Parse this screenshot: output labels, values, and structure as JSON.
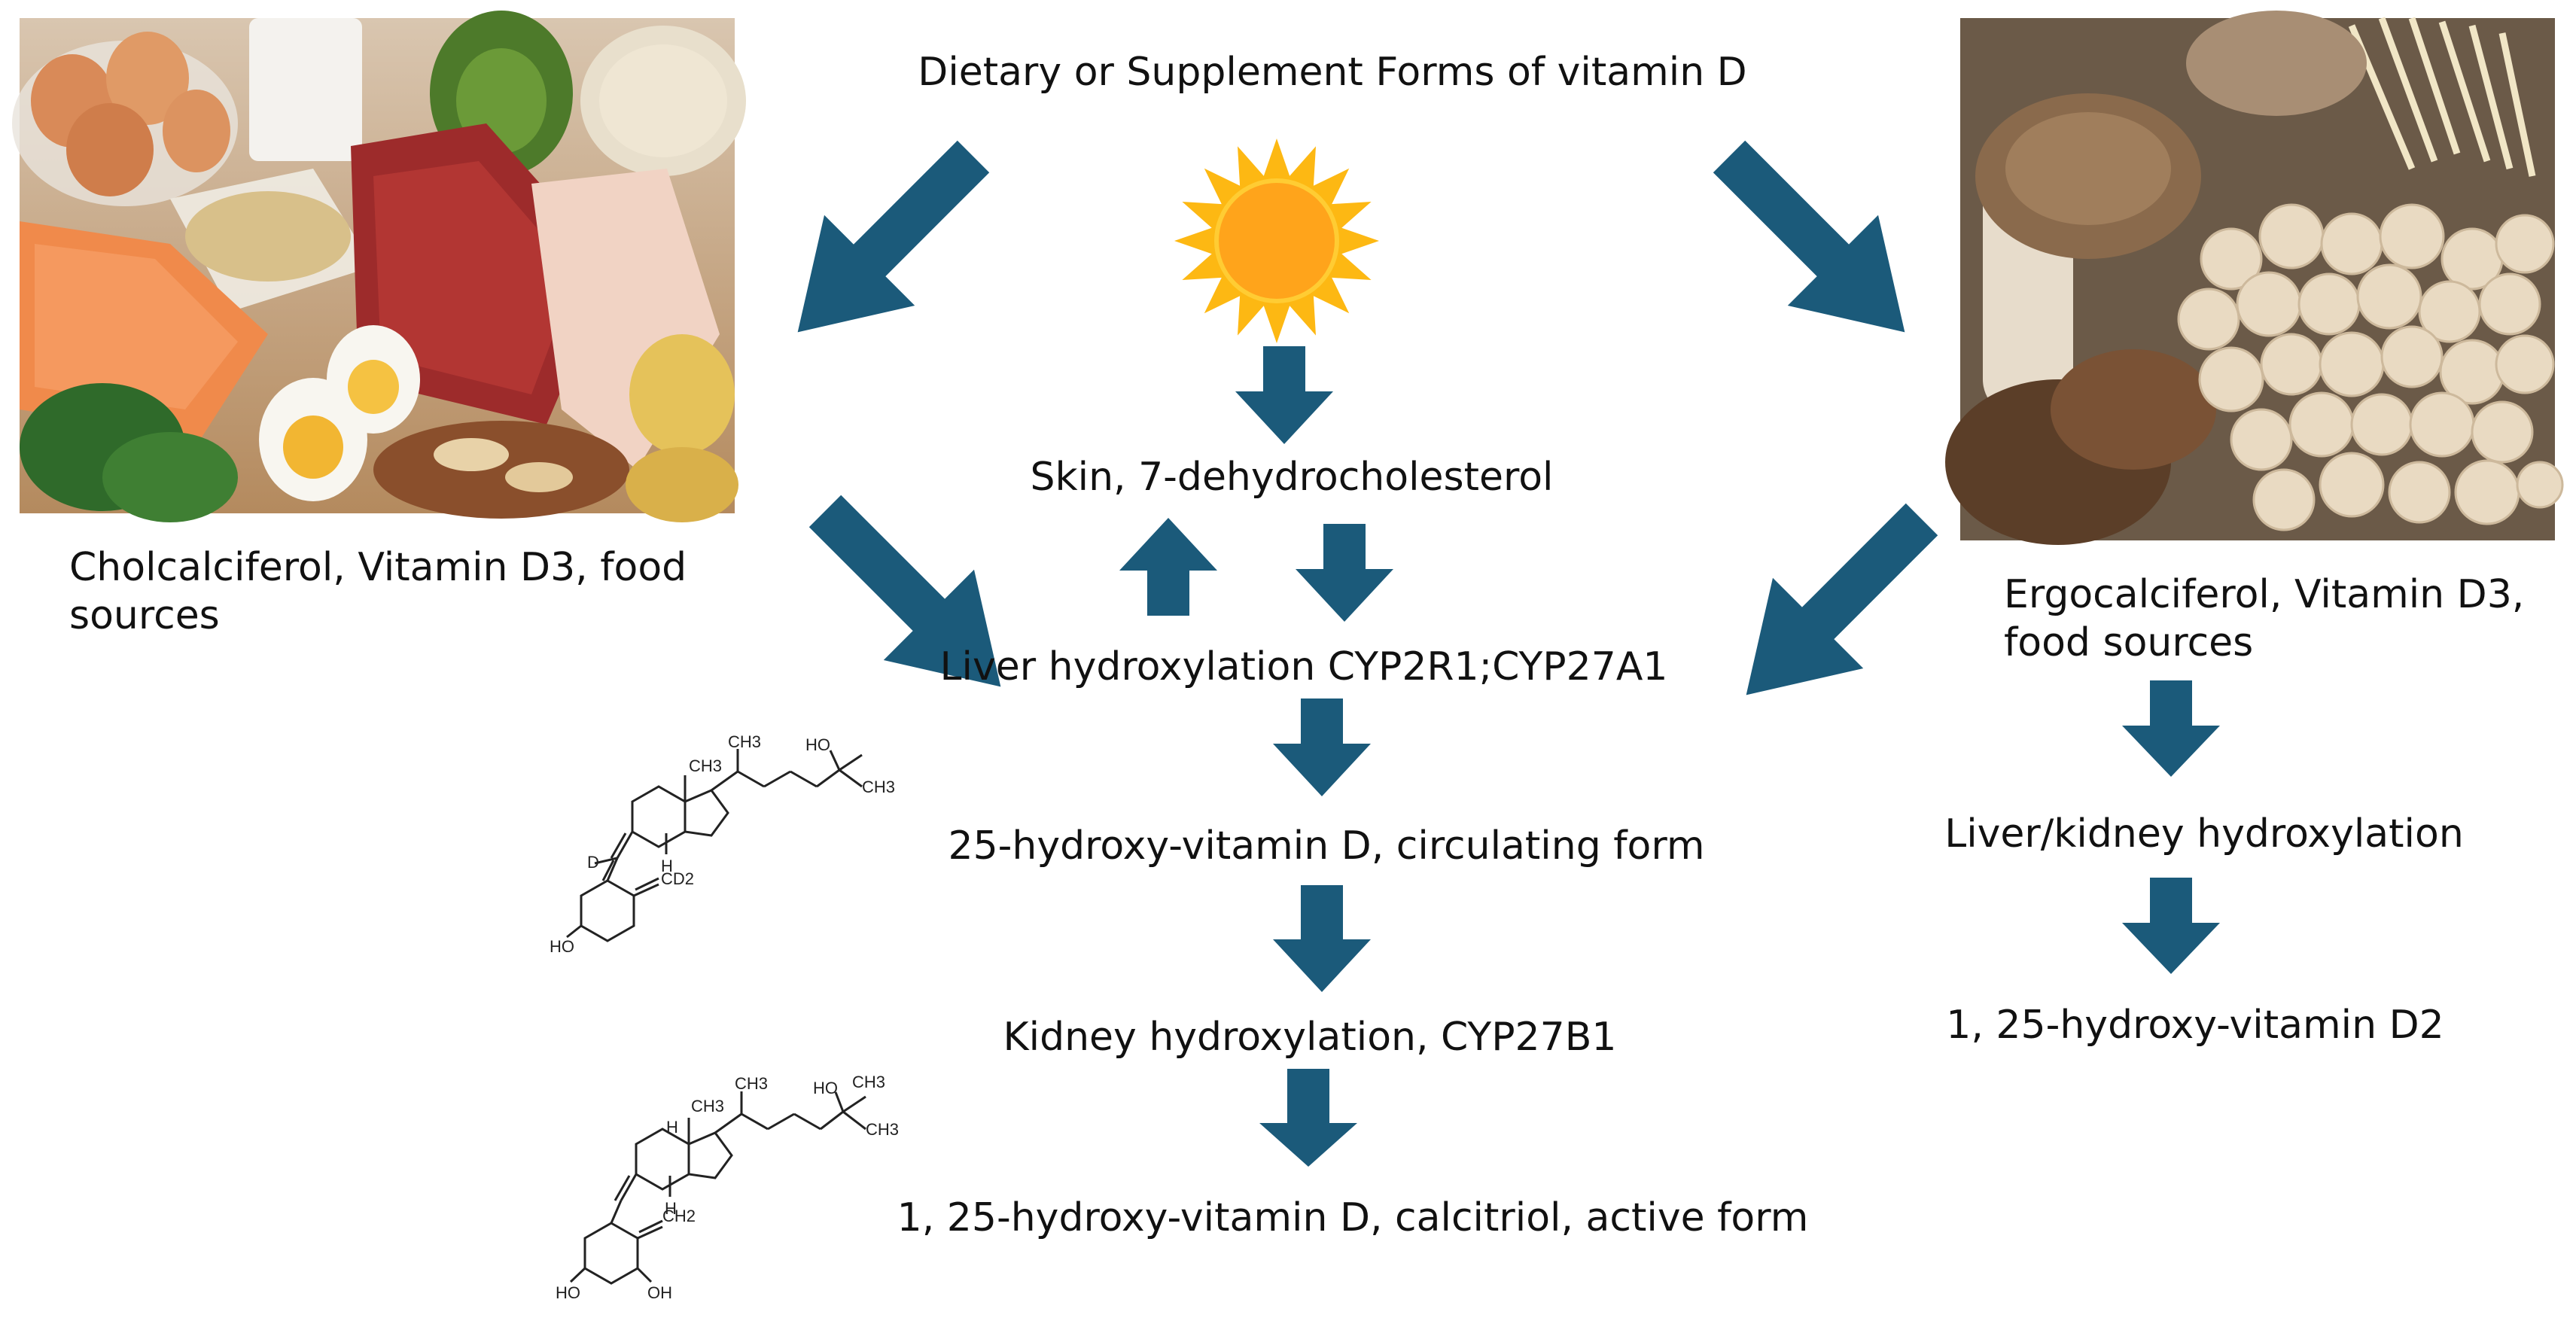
{
  "header": {
    "title": "Dietary or Supplement Forms of vitamin D"
  },
  "images": {
    "food_photo": {
      "icon": "food-sources-photo"
    },
    "mushroom_photo": {
      "icon": "mushroom-photo"
    },
    "sun": {
      "icon": "sun-icon",
      "color": "#FDB813"
    }
  },
  "left_source": {
    "label": "Cholcalciferol, Vitamin D3, food sources"
  },
  "right_source": {
    "label": "Ergocalciferol, Vitamin D3, food sources"
  },
  "main_pathway": {
    "skin": "Skin, 7-dehydrocholesterol",
    "liver": "Liver hydroxylation CYP2R1;CYP27A1",
    "circulating": "25-hydroxy-vitamin D, circulating form",
    "kidney": "Kidney hydroxylation, CYP27B1",
    "active": "1, 25-hydroxy-vitamin D, calcitriol, active form"
  },
  "d2_pathway": {
    "liver_kidney": "Liver/kidney hydroxylation",
    "product": "1, 25-hydroxy-vitamin D2"
  },
  "structures": {
    "molecule_1": {
      "labels": [
        "CH3",
        "CH3",
        "HO",
        "CH3",
        "H",
        "D",
        "CD2",
        "HO"
      ]
    },
    "molecule_2": {
      "labels": [
        "CH3",
        "CH3",
        "HO",
        "CH3",
        "CH3",
        "H",
        "H",
        "CH2",
        "HO",
        "OH"
      ]
    }
  },
  "colors": {
    "arrow": "#1B5A7A",
    "text": "#111111"
  }
}
